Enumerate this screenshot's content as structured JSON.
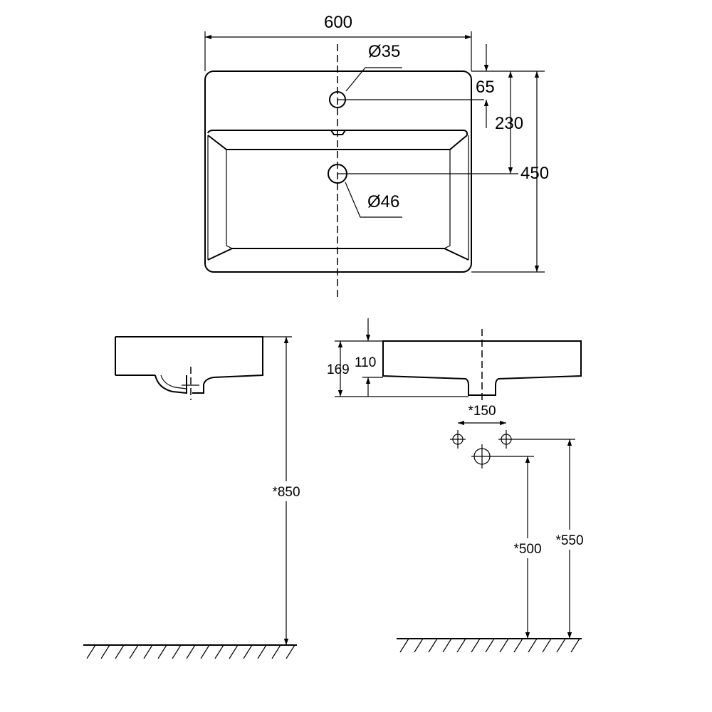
{
  "top_view": {
    "width_label": "600",
    "tap_hole_label": "Ø35",
    "waste_label": "Ø46",
    "tap_offset_label": "65",
    "waste_offset_label": "230",
    "depth_label": "450"
  },
  "side_view": {
    "height_label": "*850"
  },
  "front_view": {
    "total_height_label": "169",
    "bowl_height_label": "110",
    "supply_spacing_label": "*150",
    "waste_height_label": "*500",
    "supply_height_label": "*550"
  }
}
